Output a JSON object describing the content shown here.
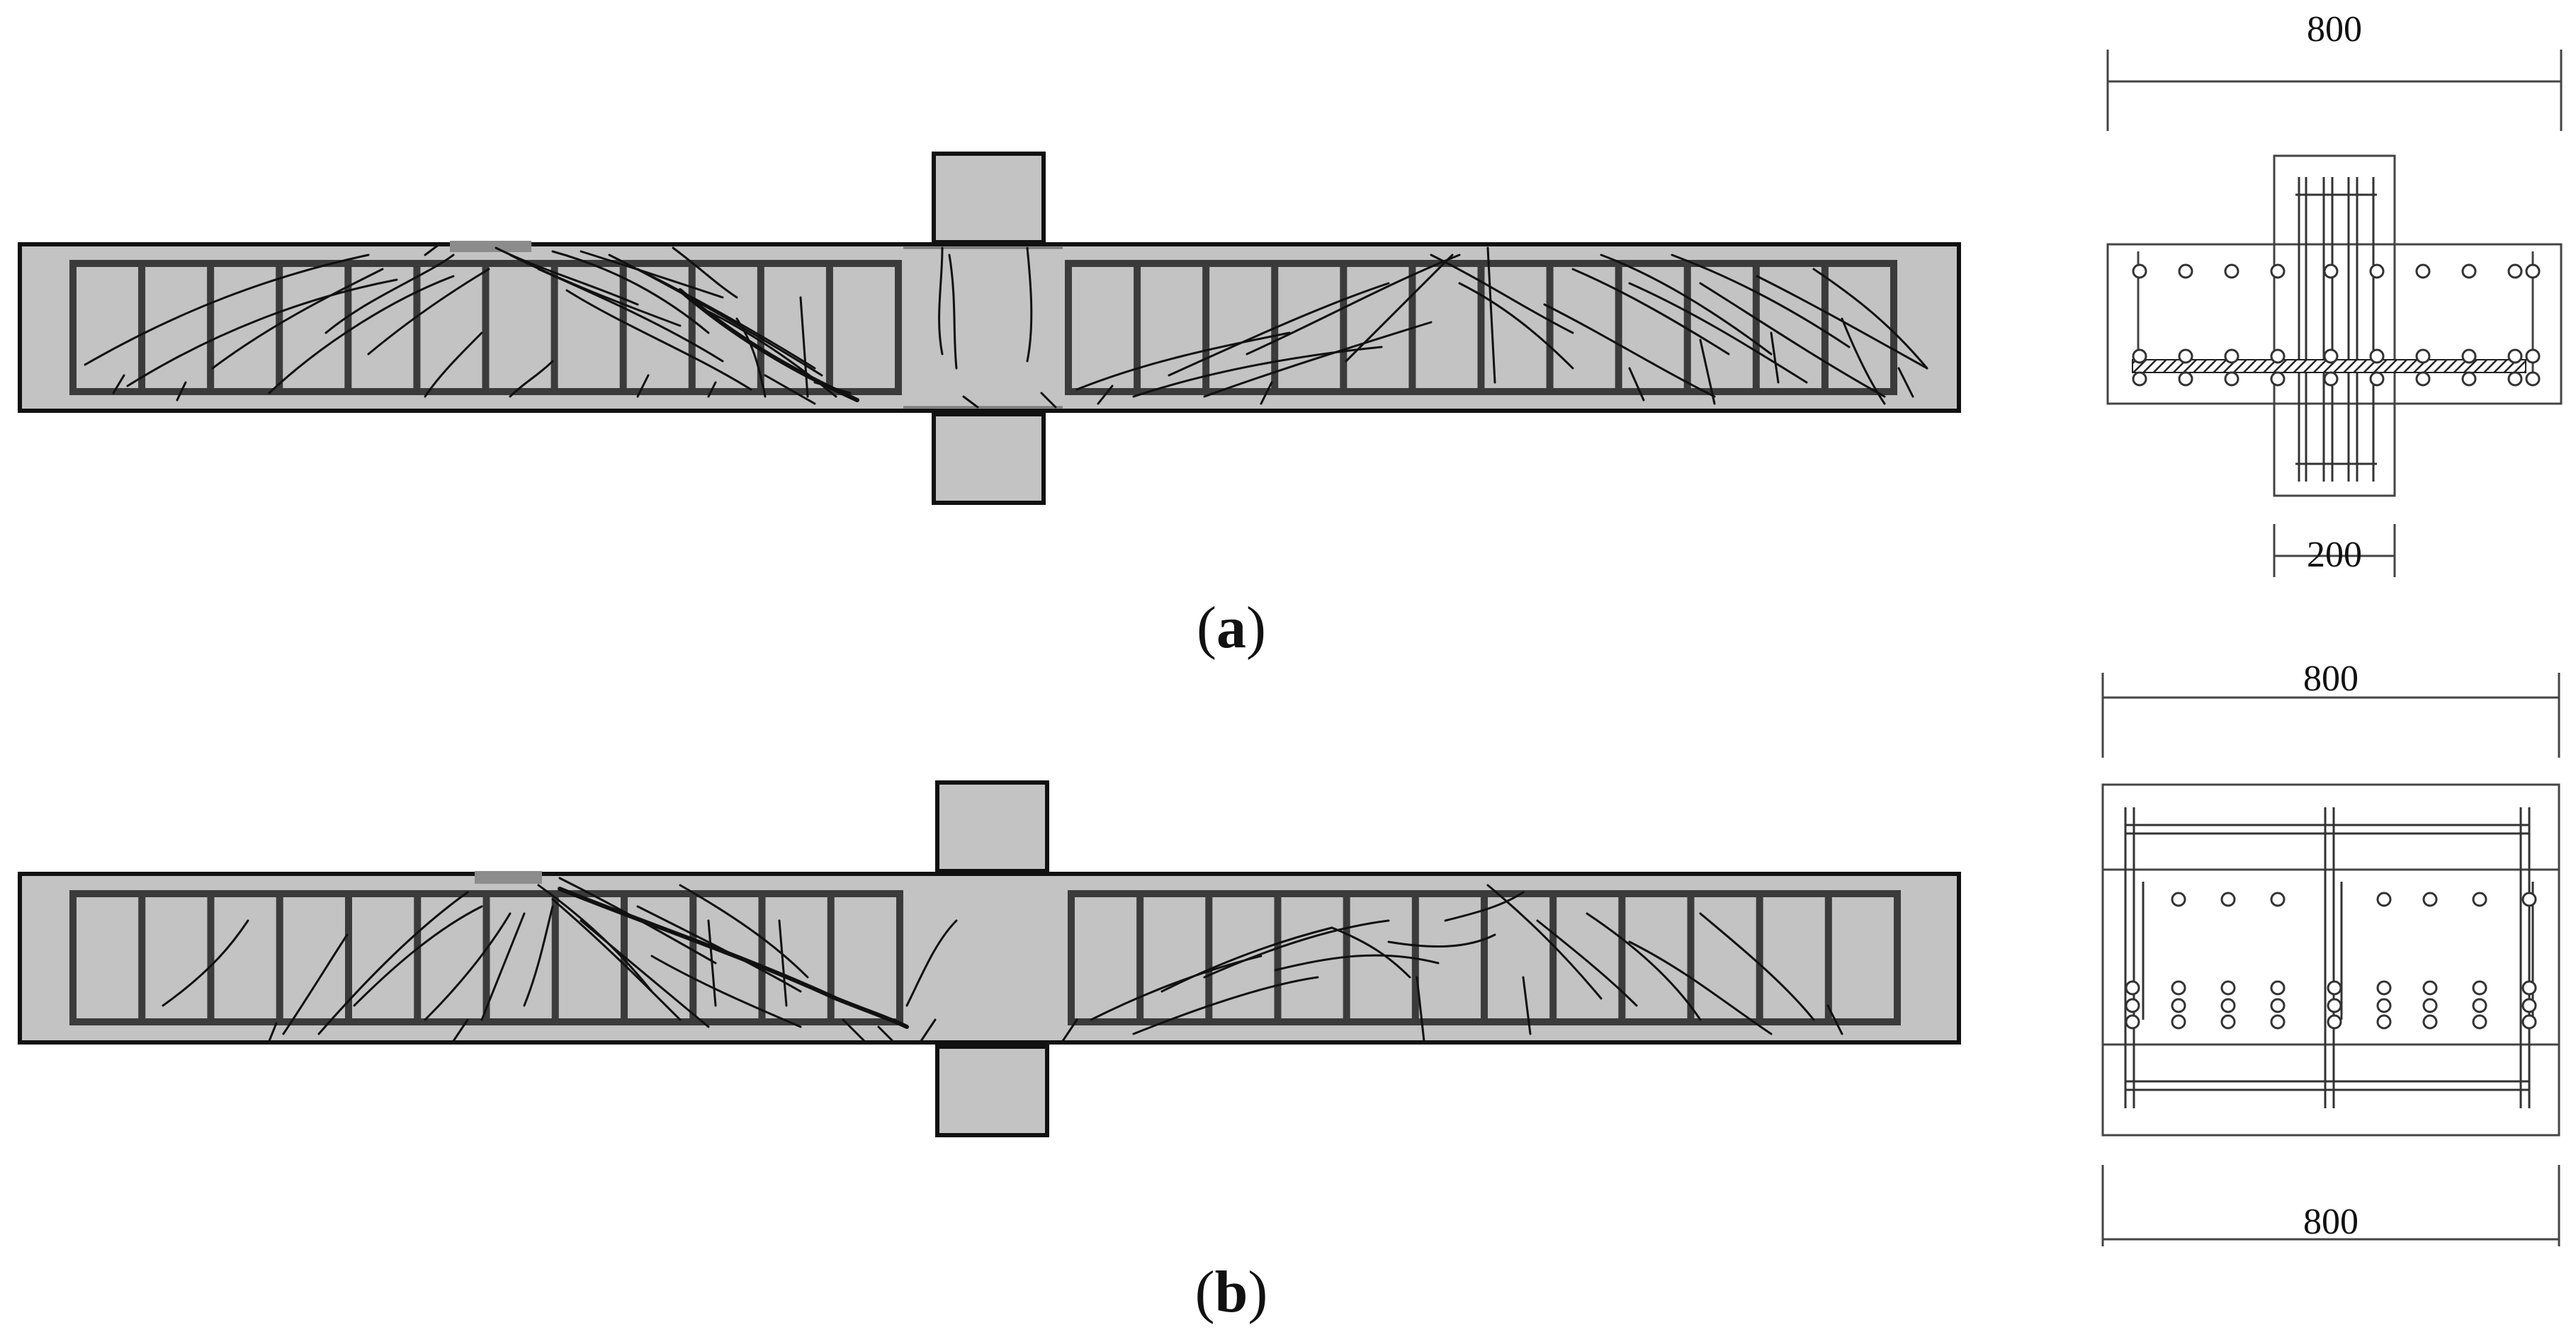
{
  "panels": [
    {
      "id": "a",
      "caption": {
        "open": "(",
        "letter": "a",
        "close": ")"
      },
      "section": {
        "dim_top": "800",
        "dim_bottom": "200"
      }
    },
    {
      "id": "b",
      "caption": {
        "open": "(",
        "letter": "b",
        "close": ")"
      },
      "section": {
        "dim_top": "800",
        "dim_bottom": "800"
      }
    }
  ],
  "colors": {
    "concrete": "#c3c3c3",
    "outline": "#111111",
    "rebar": "#3b3b3b",
    "crack": "#111111",
    "hatch": "#222222",
    "section_line": "#666666"
  }
}
